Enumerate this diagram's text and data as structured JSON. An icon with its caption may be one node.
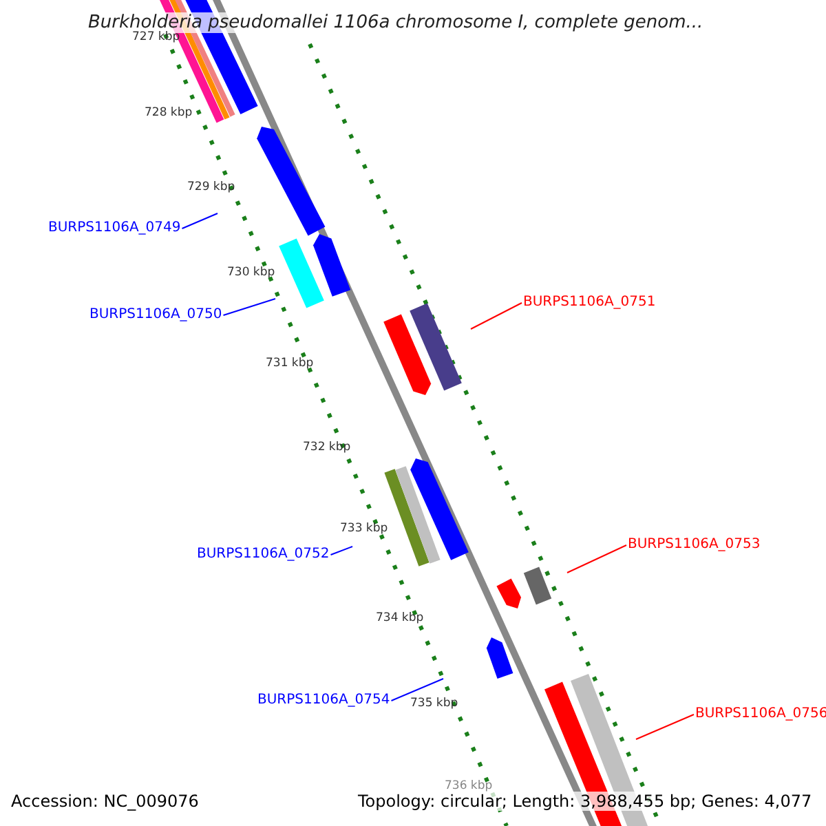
{
  "diagram": {
    "title": "Burkholderia pseudomallei 1106a chromosome I, complete genom...",
    "nodes": [
      {
        "text": [
          "BURPS1106A_0749"
        ]
      },
      {
        "text": [
          "BURPS1106A_0750"
        ]
      },
      {
        "text": [
          "BURPS1106A_0751"
        ]
      },
      {
        "text": [
          "BURPS1106A_0752"
        ]
      },
      {
        "text": [
          "BURPS1106A_0753"
        ]
      },
      {
        "text": [
          "BURPS1106A_0754"
        ]
      },
      {
        "text": [
          "BURPS1106A_0756"
        ]
      }
    ],
    "edges": [
      {
        "from": 0,
        "to": null,
        "arrow": "none"
      },
      {
        "from": 1,
        "to": null,
        "arrow": "none"
      },
      {
        "from": 2,
        "to": null,
        "arrow": "none",
        "color": "#ff0000"
      },
      {
        "from": 3,
        "to": null,
        "arrow": "none"
      },
      {
        "from": 4,
        "to": null,
        "arrow": "none",
        "color": "#ff0000"
      },
      {
        "from": 5,
        "to": null,
        "arrow": "none"
      },
      {
        "from": 6,
        "to": null,
        "arrow": "none",
        "color": "#ff0000"
      }
    ],
    "labels": [
      "727 kbp",
      "728 kbp",
      "729 kbp",
      "730 kbp",
      "731 kbp",
      "732 kbp",
      "733 kbp",
      "734 kbp",
      "735 kbp",
      "736 kbp",
      "Accession: NC_009076",
      "Topology: circular; Length: 3,988,455 bp; Genes: 4,077"
    ]
  }
}
